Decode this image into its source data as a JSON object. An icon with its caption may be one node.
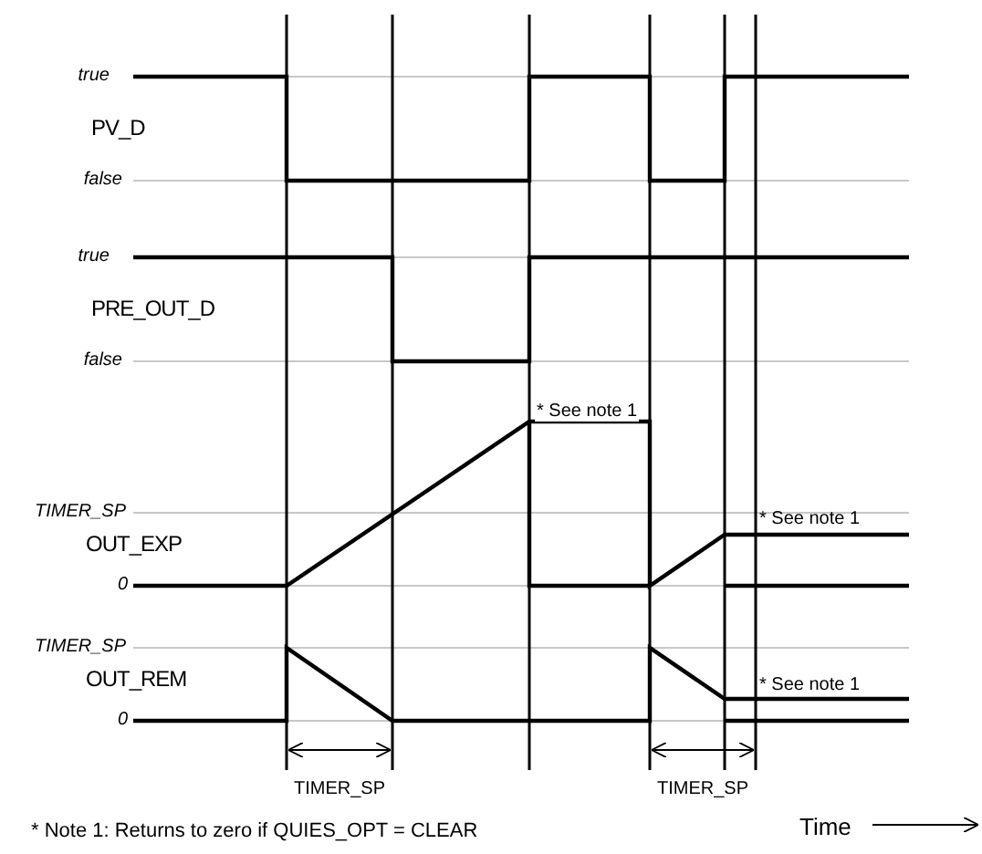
{
  "diagram": {
    "labels": [
      "true",
      "PV_D",
      "false",
      "true",
      "PRE_OUT_D",
      "false",
      "* See note 1",
      "TIMER_SP",
      "* See note 1",
      "OUT_EXP",
      "0",
      "TIMER_SP",
      "OUT_REM",
      "* See note 1",
      "0",
      "TIMER_SP",
      "TIMER_SP",
      "* Note 1: Returns to zero if QUIES_OPT = CLEAR",
      "Time"
    ]
  }
}
